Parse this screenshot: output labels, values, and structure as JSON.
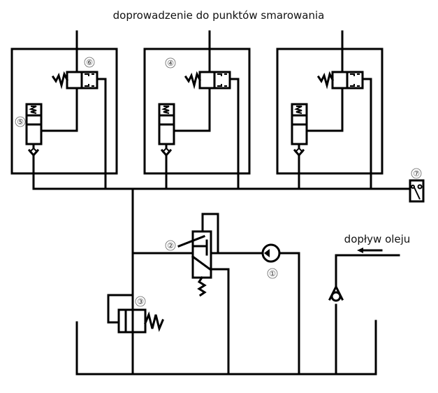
{
  "diagram": {
    "title": "doprowadzenie do punktów smarowania",
    "inflow_label": "dopływ oleju",
    "components": [
      {
        "id": "1",
        "marker": "①",
        "type": "pump-icon"
      },
      {
        "id": "2",
        "marker": "②",
        "type": "pressure-valve-icon"
      },
      {
        "id": "3",
        "marker": "③",
        "type": "relief-valve-icon"
      },
      {
        "id": "4",
        "marker": "④",
        "type": "distributor-block"
      },
      {
        "id": "5",
        "marker": "⑤",
        "type": "metering-cylinder-icon"
      },
      {
        "id": "6",
        "marker": "⑥",
        "type": "directional-valve-icon"
      },
      {
        "id": "7",
        "marker": "⑦",
        "type": "pressure-switch-icon"
      }
    ],
    "distributor_units": 3
  }
}
